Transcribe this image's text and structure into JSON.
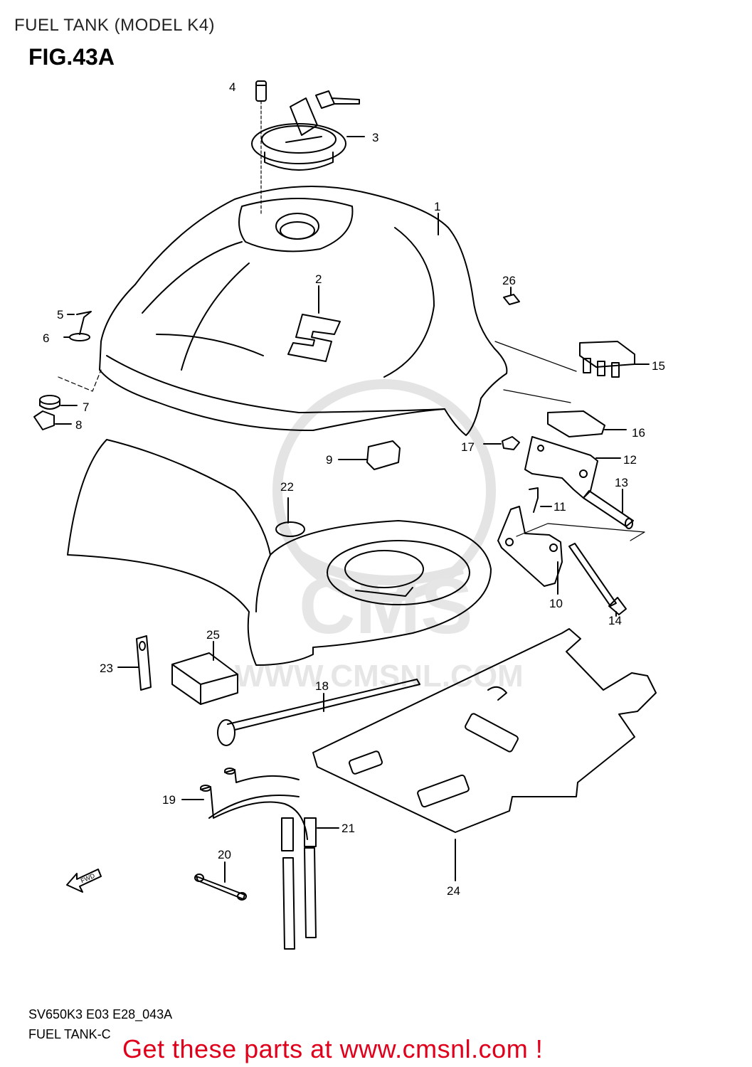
{
  "header": {
    "title": "FUEL TANK (MODEL K4)",
    "figure": "FIG.43A"
  },
  "callouts": {
    "c1": "1",
    "c2": "2",
    "c3": "3",
    "c4": "4",
    "c5": "5",
    "c6": "6",
    "c7": "7",
    "c8": "8",
    "c9": "9",
    "c10": "10",
    "c11": "11",
    "c12": "12",
    "c13": "13",
    "c14": "14",
    "c15": "15",
    "c16": "16",
    "c17": "17",
    "c18": "18",
    "c19": "19",
    "c20": "20",
    "c21": "21",
    "c22": "22",
    "c23": "23",
    "c24": "24",
    "c25": "25",
    "c26": "26"
  },
  "watermark": {
    "text": "WWW.CMSNL.COM",
    "logo": "CMS"
  },
  "direction_marker": "FWD",
  "footer": {
    "code": "SV650K3 E03 E28_043A",
    "name": "FUEL TANK-C",
    "promo": "Get these parts at www.cmsnl.com !"
  },
  "colors": {
    "line": "#000000",
    "watermark": "#e6e6e6",
    "promo": "#e0001b"
  }
}
